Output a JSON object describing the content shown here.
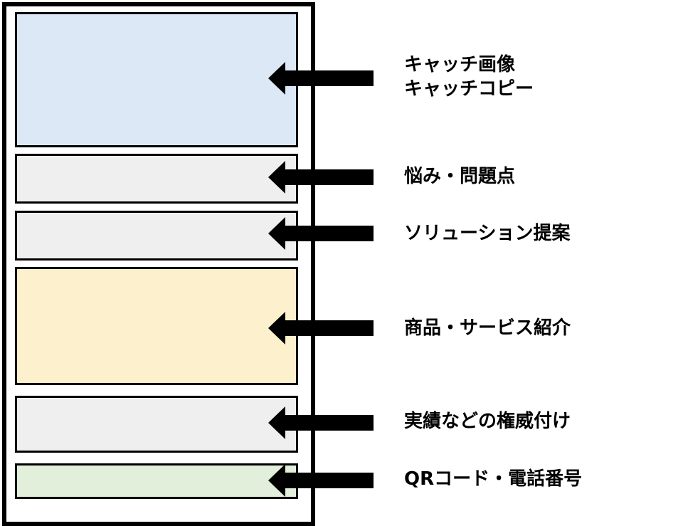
{
  "diagram": {
    "sections": [
      {
        "key": "catch",
        "fill": "#dce8f5",
        "lines": [
          "キャッチ画像",
          "キャッチコピー"
        ]
      },
      {
        "key": "problem",
        "fill": "#efefef",
        "lines": [
          "悩み・問題点"
        ]
      },
      {
        "key": "solution",
        "fill": "#efefef",
        "lines": [
          "ソリューション提案"
        ]
      },
      {
        "key": "product",
        "fill": "#fdf0cc",
        "lines": [
          "商品・サービス紹介"
        ]
      },
      {
        "key": "authority",
        "fill": "#efefef",
        "lines": [
          "実績などの権威付け"
        ]
      },
      {
        "key": "contact",
        "fill": "#e2efda",
        "lines": [
          "QRコード・電話番号"
        ]
      }
    ],
    "arrow_color": "#000000",
    "border_color": "#000000"
  }
}
